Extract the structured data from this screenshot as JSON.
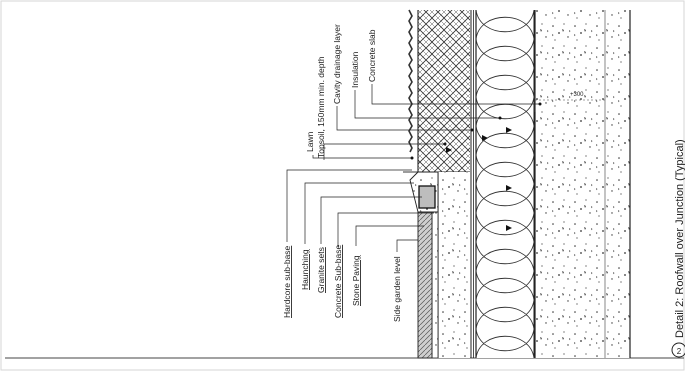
{
  "drawing": {
    "caption": "Detail 2: Roofwall over Junction (Typical)",
    "caption_number": "2",
    "dimension_text": "+300",
    "labels_upper": {
      "lawn": "Lawn",
      "topsoil": "Topsoil, 150mm min. depth",
      "cavity_drainage": "Cavity drainage layer",
      "insulation": "Insulation",
      "concrete_slab": "Concrete slab"
    },
    "labels_lower": {
      "hardcore": "Hardcore sub-base",
      "haunching": "Haunching",
      "granite_sets": "Granite sets",
      "concrete_subbase": "Concrete Sub-base",
      "stone_paving": "Stone Paving",
      "side_garden_level": "Side garden level"
    }
  }
}
